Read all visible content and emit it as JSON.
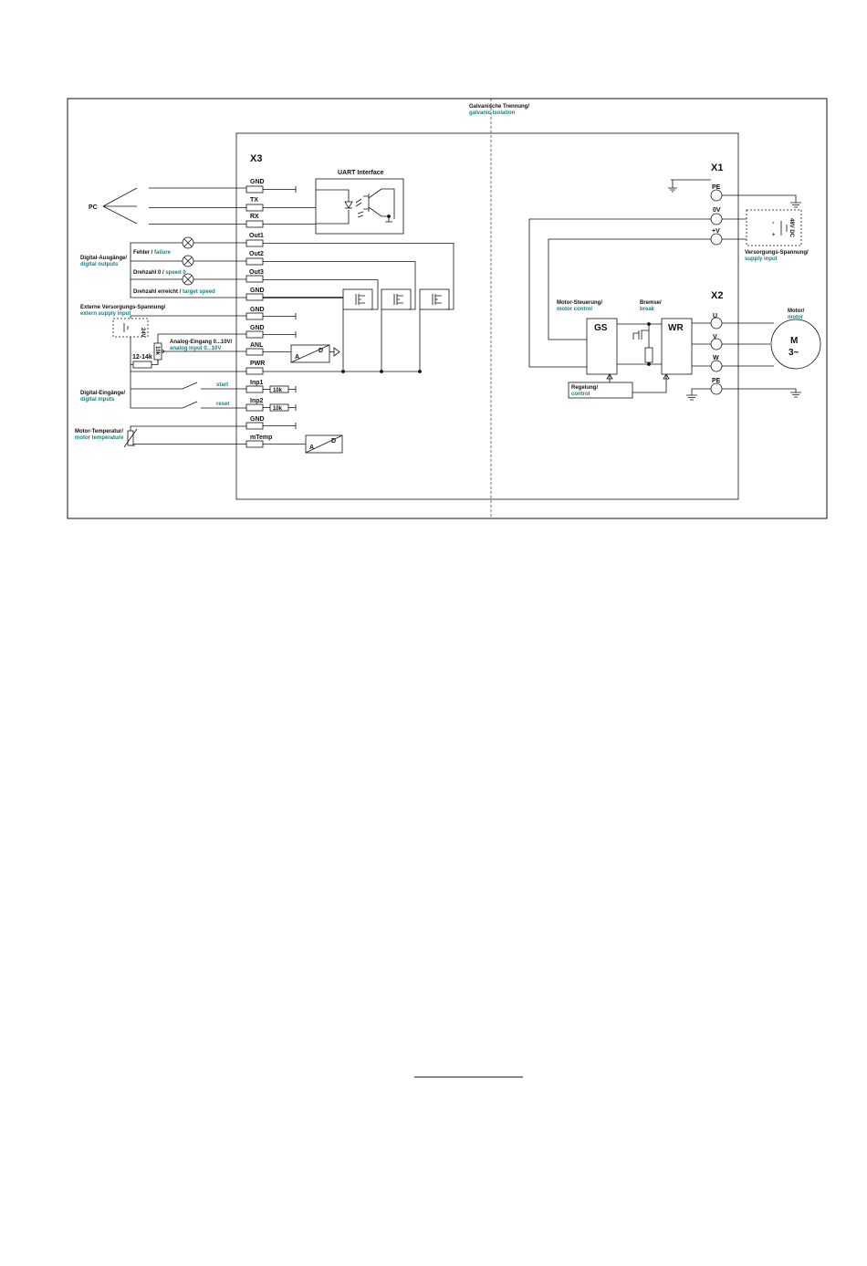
{
  "isolation": {
    "de": "Galvanische Trennung/",
    "en": "galvanic isolation"
  },
  "x3": {
    "title": "X3",
    "pins": [
      "GND",
      "TX",
      "RX",
      "Out1",
      "Out2",
      "Out3",
      "GND",
      "GND",
      "GND",
      "ANL",
      "PWR",
      "Inp1",
      "Inp2",
      "GND",
      "mTemp"
    ]
  },
  "uart": {
    "title": "UART Interface"
  },
  "pc": {
    "label": "PC"
  },
  "digital_outputs": {
    "de": "Digital-Ausgänge/",
    "en": "digital outputs",
    "items": [
      {
        "de": "Fehler / ",
        "en": "failure"
      },
      {
        "de": "Drehzahl 0 / ",
        "en": "speed 0"
      },
      {
        "de": "Drehzahl erreicht / ",
        "en": "target speed"
      }
    ]
  },
  "extern_supply": {
    "de": "Externe Versorgungs-Spannung/",
    "en": "extern supply input",
    "voltage": "24V"
  },
  "analog_input": {
    "de": "Analog-Eingang 0...10V/",
    "en": "analog input 0...10V",
    "pot": "10k",
    "resistor": "12-14k"
  },
  "digital_inputs": {
    "de": "Digital-Eingänge/",
    "en": "digital inputs",
    "start": "start",
    "reset": "reset",
    "r1": "10k",
    "r2": "10k"
  },
  "motor_temp": {
    "de": "Motor-Temperatur/",
    "en": "motor temperature"
  },
  "adc": {
    "a": "A",
    "d": "D"
  },
  "x1": {
    "title": "X1",
    "pins": [
      "PE",
      "0V",
      "+V"
    ],
    "dc": "48V DC",
    "minus": "-",
    "plus": "+"
  },
  "supply": {
    "de": "Versorgungs-Spannung/",
    "en": "supply input"
  },
  "x2": {
    "title": "X2",
    "pins": [
      "U",
      "V",
      "W",
      "PE"
    ]
  },
  "motor_control": {
    "de": "Motor-Steuerung/",
    "en": "motor control"
  },
  "brake": {
    "de": "Bremse/",
    "en": "break"
  },
  "gs": "GS",
  "wr": "WR",
  "control": {
    "de": "Regelung/",
    "en": "control"
  },
  "motor": {
    "de": "Motor/",
    "en": "motor",
    "m": "M",
    "phase": "3~"
  }
}
